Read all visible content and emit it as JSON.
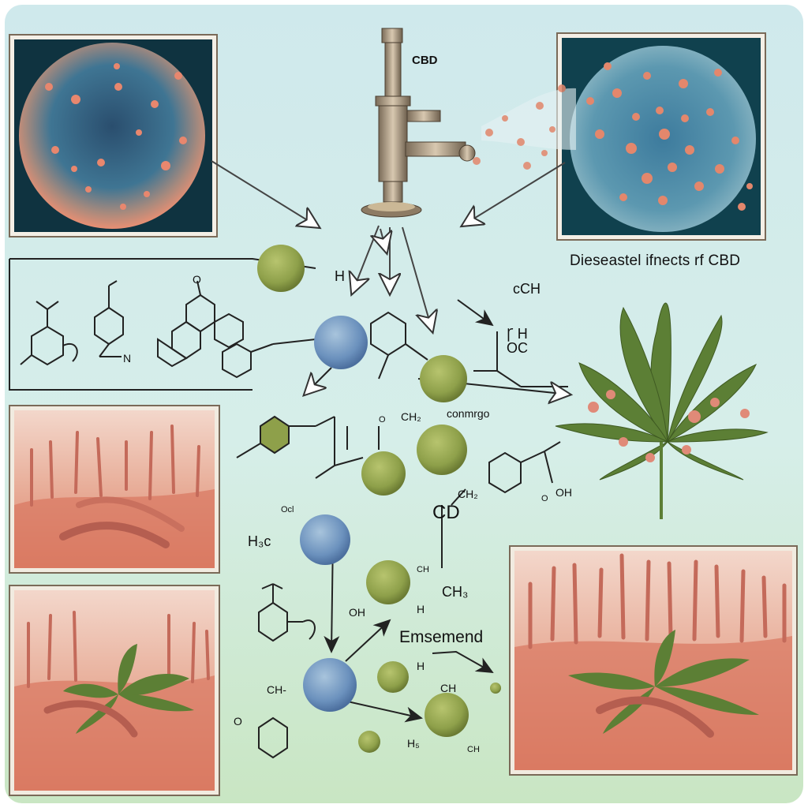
{
  "caption": "Dieseastel ifnects rf CBD",
  "flow_label": "Emsemend",
  "microscope_label": "CBD",
  "center_label": "CD",
  "colors": {
    "background_top": "#cfe9ec",
    "background_bottom": "#c9e6c3",
    "cell_blue": "#3f7593",
    "cell_coral": "#e88f73",
    "spore_green": "#8ea04a",
    "tissue": "#e3917a",
    "leaf": "#5c7f35"
  },
  "chem_labels": {
    "h_top": "H",
    "cch": "ᴄCH",
    "ahoc": "Ꞅ H\nOC",
    "ho_mid": "O",
    "ch3_mid": "CH₂",
    "conmrgo": "conmrgo",
    "ch_right": "CH₂",
    "oh_right": "OH",
    "o_small": "O",
    "h3c": "H₃c",
    "o_left_h": "Ocl",
    "oh_lower": "OH",
    "h_lower": "H",
    "ch_lower": "CH",
    "ch3_right": "CH₃",
    "h_emerg": "H",
    "ch_bottom": "CH-",
    "ch_bottom2": "CH",
    "h_bottom": "H₅",
    "ch_bottom3": "CH",
    "o_bottom": "O",
    "n_left": "N",
    "o_ring": "O",
    "o_top_ring": "O"
  }
}
